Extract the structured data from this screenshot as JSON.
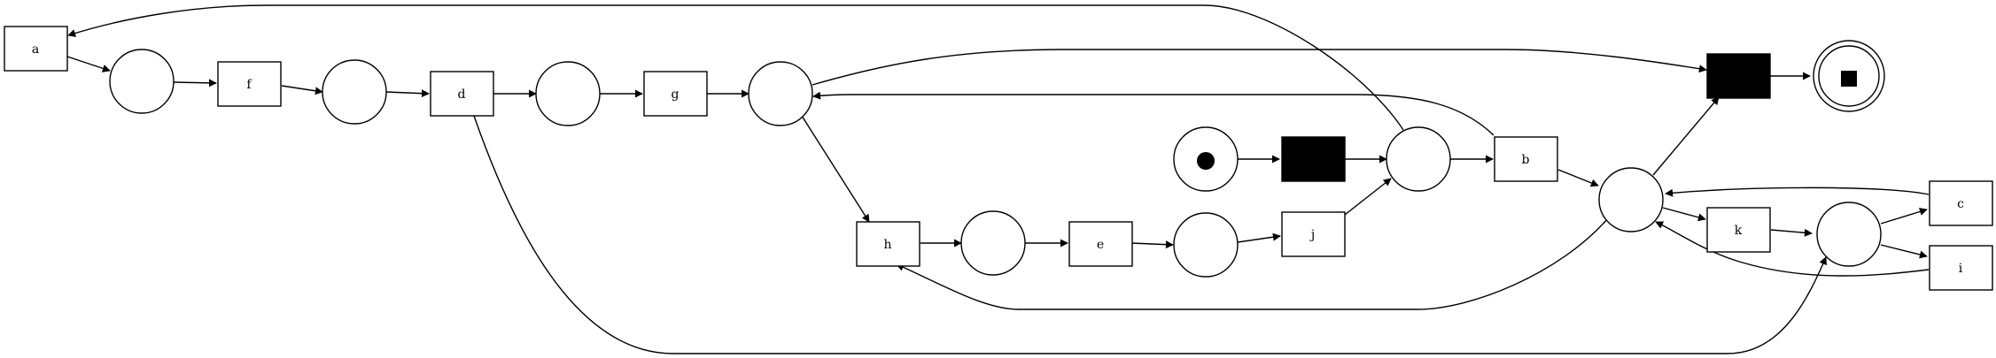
{
  "diagram": {
    "type": "petri-net",
    "transitions": {
      "a": "a",
      "f": "f",
      "d": "d",
      "g": "g",
      "h": "h",
      "e": "e",
      "j": "j",
      "b": "b",
      "k": "k",
      "c": "c",
      "i": "i"
    }
  }
}
